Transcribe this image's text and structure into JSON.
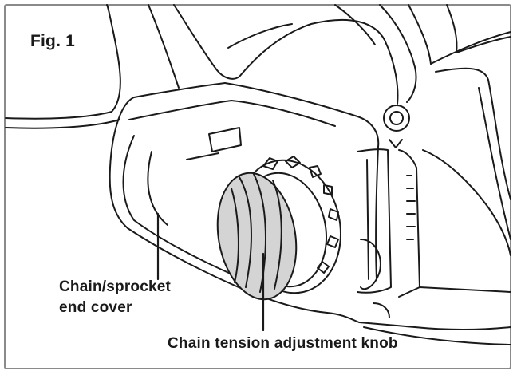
{
  "figure": {
    "label": "Fig. 1"
  },
  "callouts": {
    "cover_line1": "Chain/sprocket",
    "cover_line2": "end cover",
    "knob": "Chain tension adjustment knob"
  },
  "colors": {
    "line": "#1a1a1a",
    "knob_fill": "#d4d4d4",
    "frame": "#8a8a8a"
  }
}
